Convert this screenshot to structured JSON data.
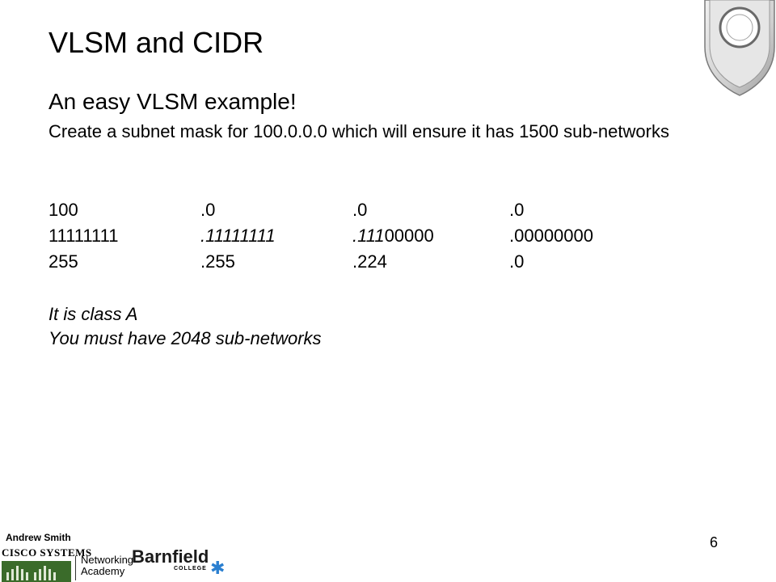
{
  "slide": {
    "title": "VLSM and CIDR",
    "subtitle": "An easy VLSM example!",
    "intro": "Create a subnet mask for 100.0.0.0 which will ensure it has 1500 sub-networks",
    "address_row": [
      "100",
      ".0",
      ".0",
      ".0"
    ],
    "binary_row": {
      "c0": "11111111",
      "c1": ".11111111",
      "c2_italic": ".111",
      "c2_rest": "00000",
      "c3": ".00000000"
    },
    "mask_row": [
      "255",
      ".255",
      ".224",
      ".0"
    ],
    "notes": [
      "It is class A",
      "You must have 2048 sub-networks"
    ],
    "page_number": "6"
  },
  "footer": {
    "author": "Andrew Smith",
    "cisco_logo_text": "CISCO SYSTEMS",
    "networking_academy": [
      "Networking",
      "Academy"
    ],
    "college_name": "Barnfield",
    "college_sub": "COLLEGE"
  },
  "colors": {
    "text": "#000000",
    "logo_shield": "#d9d9d9",
    "college_star": "#2a7fd0"
  },
  "icons": {
    "top_right": "open-university-shield-logo",
    "footer_star": "asterisk-star-icon"
  }
}
